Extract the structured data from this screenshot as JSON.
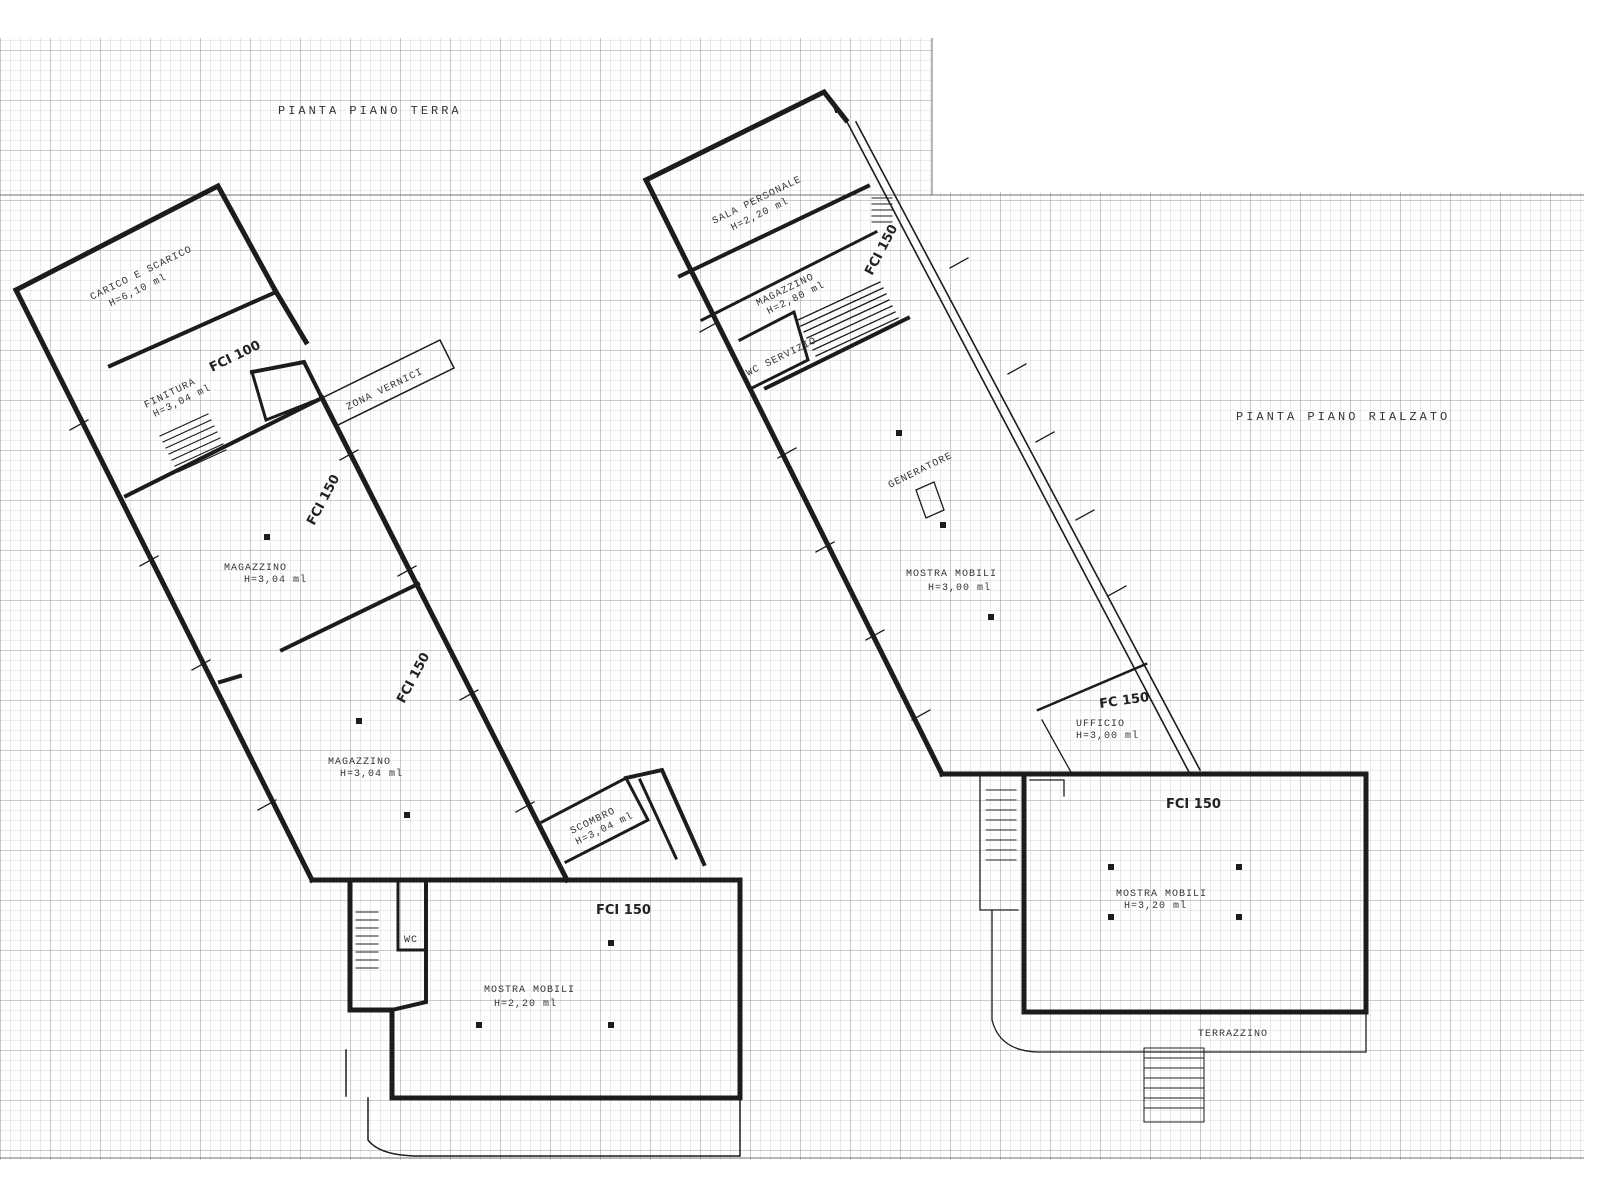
{
  "plan_titles": {
    "ground_floor": "PIANTA PIANO TERRA",
    "raised_floor": "PIANTA PIANO RIALZATO"
  },
  "ground_floor_rooms": {
    "loading": "CARICO E SCARICO",
    "loading_h": "H=6,10 ml",
    "finishing": "FINITURA",
    "finishing_h": "H=3,04 ml",
    "paint": "ZONA VERNICI",
    "store1": "MAGAZZINO",
    "store1_h": "H=3,04 ml",
    "store2": "MAGAZZINO",
    "store2_h": "H=3,04 ml",
    "sofa": "SCOMBRO",
    "sofa_h": "H=3,04 ml",
    "showroom": "MOSTRA MOBILI",
    "showroom_h": "H=2,20 ml",
    "wc": "WC"
  },
  "raised_floor_rooms": {
    "staff": "SALA PERSONALE",
    "staff_h": "H=2,20 ml",
    "store": "MAGAZZINO",
    "store_h": "H=2,80 ml",
    "service": "WC SERVIZIO",
    "gen": "GENERATORE",
    "showroom": "MOSTRA MOBILI",
    "showroom_h": "H=3,00 ml",
    "office": "UFFICIO",
    "office_h": "H=3,00 ml",
    "showroom2": "MOSTRA MOBILI",
    "showroom2_h": "H=3,20 ml",
    "terrace": "TERRAZZINO"
  },
  "door_notes": {
    "g1": "FCI 100",
    "g2": "FCI 150",
    "g3": "FCI 150",
    "g4": "FCI 150",
    "r1": "FCI 150",
    "r2": "FC 150",
    "r3": "FCI 150"
  }
}
